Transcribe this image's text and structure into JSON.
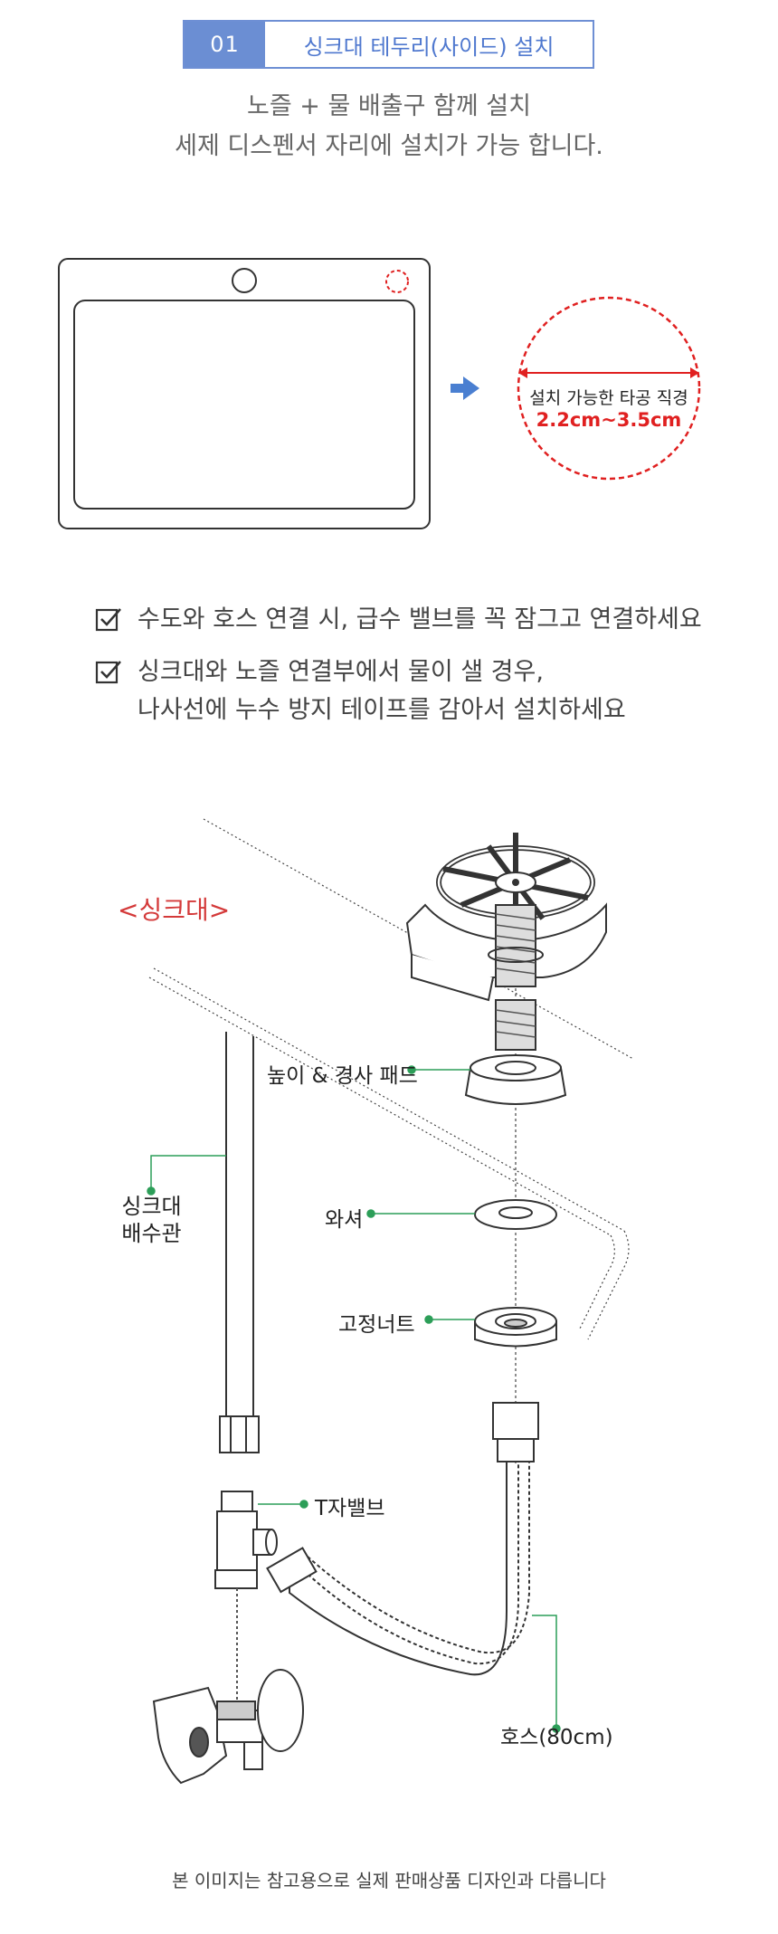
{
  "header": {
    "step_number": "01",
    "title": "싱크대 테두리(사이드) 설치"
  },
  "intro": {
    "line1": "노즐 + 물 배출구 함께 설치",
    "line2": "세제 디스펜서 자리에 설치가 가능 합니다."
  },
  "hole_info": {
    "label": "설치 가능한 타공 직경",
    "range": "2.2cm~3.5cm"
  },
  "notes": [
    {
      "icon": "checkbox-icon",
      "text": "수도와 호스 연결 시, 급수 밸브를 꼭 잠그고 연결하세요"
    },
    {
      "icon": "checkbox-icon",
      "text": "싱크대와 노즐 연결부에서 물이 샐 경우,\n나사선에 누수 방지 테이프를 감아서 설치하세요"
    }
  ],
  "diagram": {
    "sink_tag": "<싱크대>",
    "labels": {
      "pad": "높이 & 경사 패드",
      "washer": "와셔",
      "nut": "고정너트",
      "drain_pipe": "싱크대\n배수관",
      "t_valve": "T자밸브",
      "hose": "호스(80cm)"
    },
    "colors": {
      "leader_line": "#2c9e58",
      "accent_blue": "#6b8ed3",
      "red": "#e02020"
    }
  },
  "footer": {
    "note": "본 이미지는 참고용으로 실제 판매상품 디자인과 다릅니다"
  }
}
